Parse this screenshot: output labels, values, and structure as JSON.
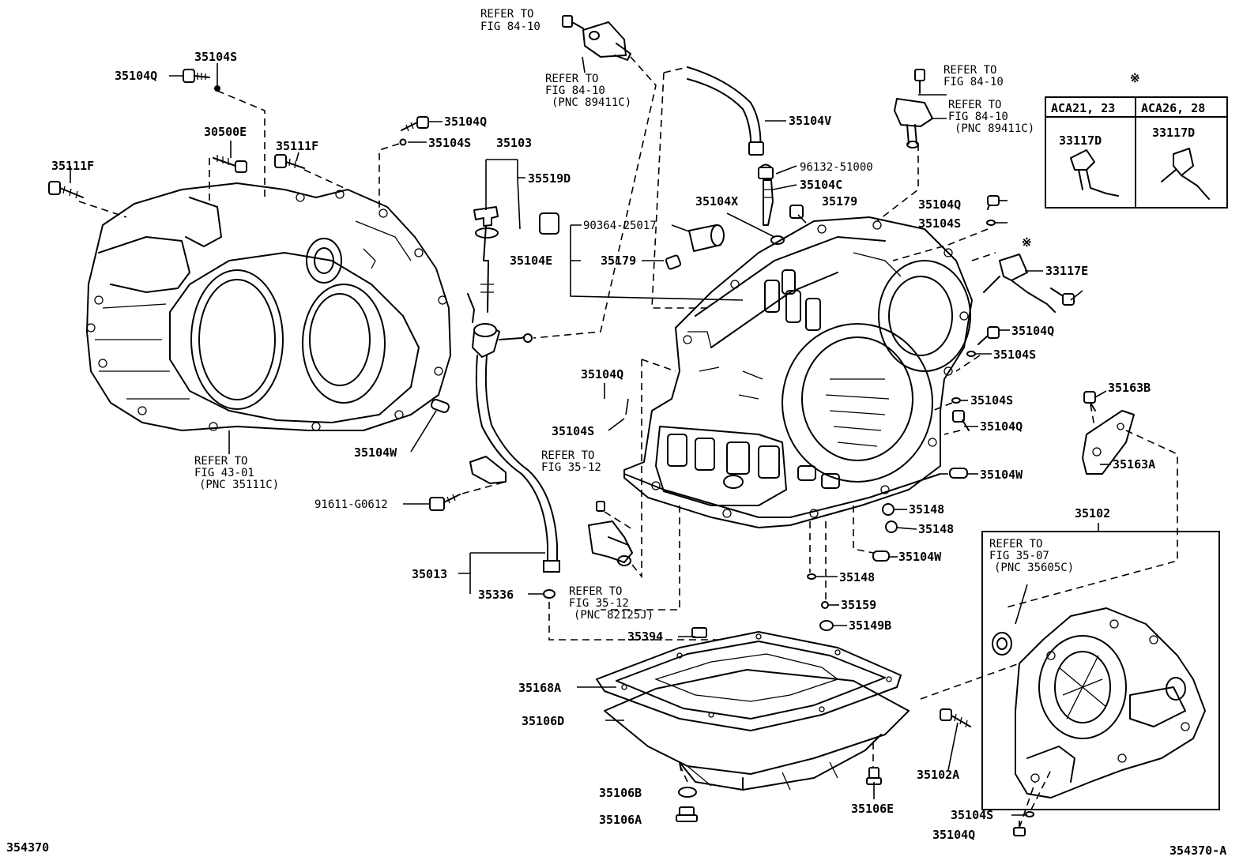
{
  "diagram_id_left": "354370",
  "diagram_id_right": "354370-A",
  "labels": {
    "p35104Q_a": "35104Q",
    "p35104S_a": "35104S",
    "p30500E": "30500E",
    "p35111F_a": "35111F",
    "p35111F_b": "35111F",
    "p35104Q_b": "35104Q",
    "p35104S_b": "35104S",
    "p35103": "35103",
    "p35519D": "35519D",
    "p35104E": "35104E",
    "p90364": "90364-25017",
    "p35179_a": "35179",
    "p35179_b": "35179",
    "p35104X": "35104X",
    "p35104V": "35104V",
    "p96132": "96132-51000",
    "p35104C": "35104C",
    "p35104Q_c": "35104Q",
    "p35104S_c": "35104S",
    "p33117E": "33117E",
    "p35104Q_d": "35104Q",
    "p35104S_d": "35104S",
    "p35104S_e": "35104S",
    "p35104Q_e": "35104Q",
    "p35104W_a": "35104W",
    "p35163B": "35163B",
    "p35163A": "35163A",
    "p35102": "35102",
    "p35104W_b": "35104W",
    "p35104Q_f": "35104Q",
    "p35104S_f": "35104S",
    "p91611": "91611-G0612",
    "p35013": "35013",
    "p35336": "35336",
    "p35148_a": "35148",
    "p35148_b": "35148",
    "p35104W_c": "35104W",
    "p35148_c": "35148",
    "p35159": "35159",
    "p35149B": "35149B",
    "p35394": "35394",
    "p35168A": "35168A",
    "p35106D": "35106D",
    "p35106B": "35106B",
    "p35106A": "35106A",
    "p35106E": "35106E",
    "p35102A": "35102A",
    "p35104S_g": "35104S",
    "p35104Q_g": "35104Q"
  },
  "refs": {
    "r1": [
      "REFER TO",
      "FIG 84-10"
    ],
    "r2": [
      "REFER TO",
      "FIG 84-10",
      "(PNC 89411C)"
    ],
    "r3": [
      "REFER TO",
      "FIG 84-10"
    ],
    "r4": [
      "REFER TO",
      "FIG 84-10",
      "(PNC 89411C)"
    ],
    "r5": [
      "REFER TO",
      "FIG 43-01",
      "(PNC 35111C)"
    ],
    "r6": [
      "REFER TO",
      "FIG 35-12"
    ],
    "r7": [
      "REFER TO",
      "FIG 35-12",
      "(PNC 82125J)"
    ],
    "r8": [
      "REFER TO",
      "FIG 35-07",
      "(PNC 35605C)"
    ]
  },
  "inset": {
    "mark": "※",
    "col1": "ACA21, 23",
    "col2": "ACA26, 28",
    "part1": "33117D",
    "part2": "33117D"
  },
  "mark_33117E": "※"
}
